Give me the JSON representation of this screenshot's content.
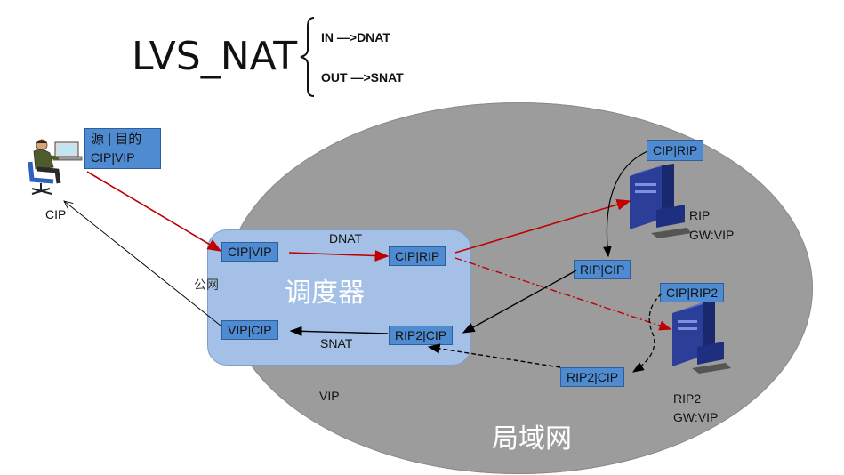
{
  "title": "LVS_NAT",
  "rules": {
    "in": "IN  —>DNAT",
    "out": "OUT —>SNAT"
  },
  "client": {
    "box_line1": "源 | 目的",
    "box_line2": "CIP|VIP",
    "label": "CIP"
  },
  "scheduler": {
    "title": "调度器",
    "public_net_label": "公网",
    "dnat_label": "DNAT",
    "snat_label": "SNAT",
    "in_box": "CIP|VIP",
    "dnat_box": "CIP|RIP",
    "out_box": "VIP|CIP",
    "snat_box": "RIP2|CIP"
  },
  "lan": {
    "label": "局域网",
    "vip_label": "VIP",
    "reply1_box": "RIP|CIP",
    "reply2_box": "RIP2|CIP"
  },
  "server1": {
    "box": "CIP|RIP",
    "line1": "RIP",
    "line2": "GW:VIP"
  },
  "server2": {
    "box": "CIP|RIP2",
    "line1": "RIP2",
    "line2": "GW:VIP"
  },
  "colors": {
    "request_arrow": "#c00000",
    "reply_arrow": "#000000",
    "box_fill": "#4f8bd0",
    "lan_fill": "#9c9c9c",
    "scheduler_fill": "#a4c0e6"
  }
}
